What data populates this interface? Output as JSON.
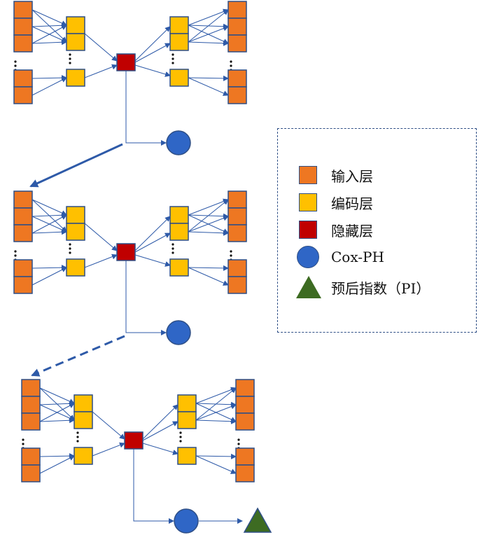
{
  "colors": {
    "input": "#ee7722",
    "encoding": "#ffc000",
    "hidden": "#c00000",
    "coxph": "#2f66c6",
    "pi": "#3d6b22",
    "stroke": "#2f4f86",
    "arrow": "#2e5aa8"
  },
  "legend": {
    "items": [
      {
        "label": "输入层",
        "shape": "square",
        "color": "#ee7722"
      },
      {
        "label": "编码层",
        "shape": "square",
        "color": "#ffc000"
      },
      {
        "label": "隐藏层",
        "shape": "square",
        "color": "#c00000"
      },
      {
        "label": "Cox-PH",
        "shape": "circle",
        "color": "#2f66c6"
      },
      {
        "label": "预后指数（PI）",
        "shape": "triangle",
        "color": "#3d6b22"
      }
    ]
  },
  "diagram": {
    "blocks": 3,
    "final_output": "PI"
  }
}
